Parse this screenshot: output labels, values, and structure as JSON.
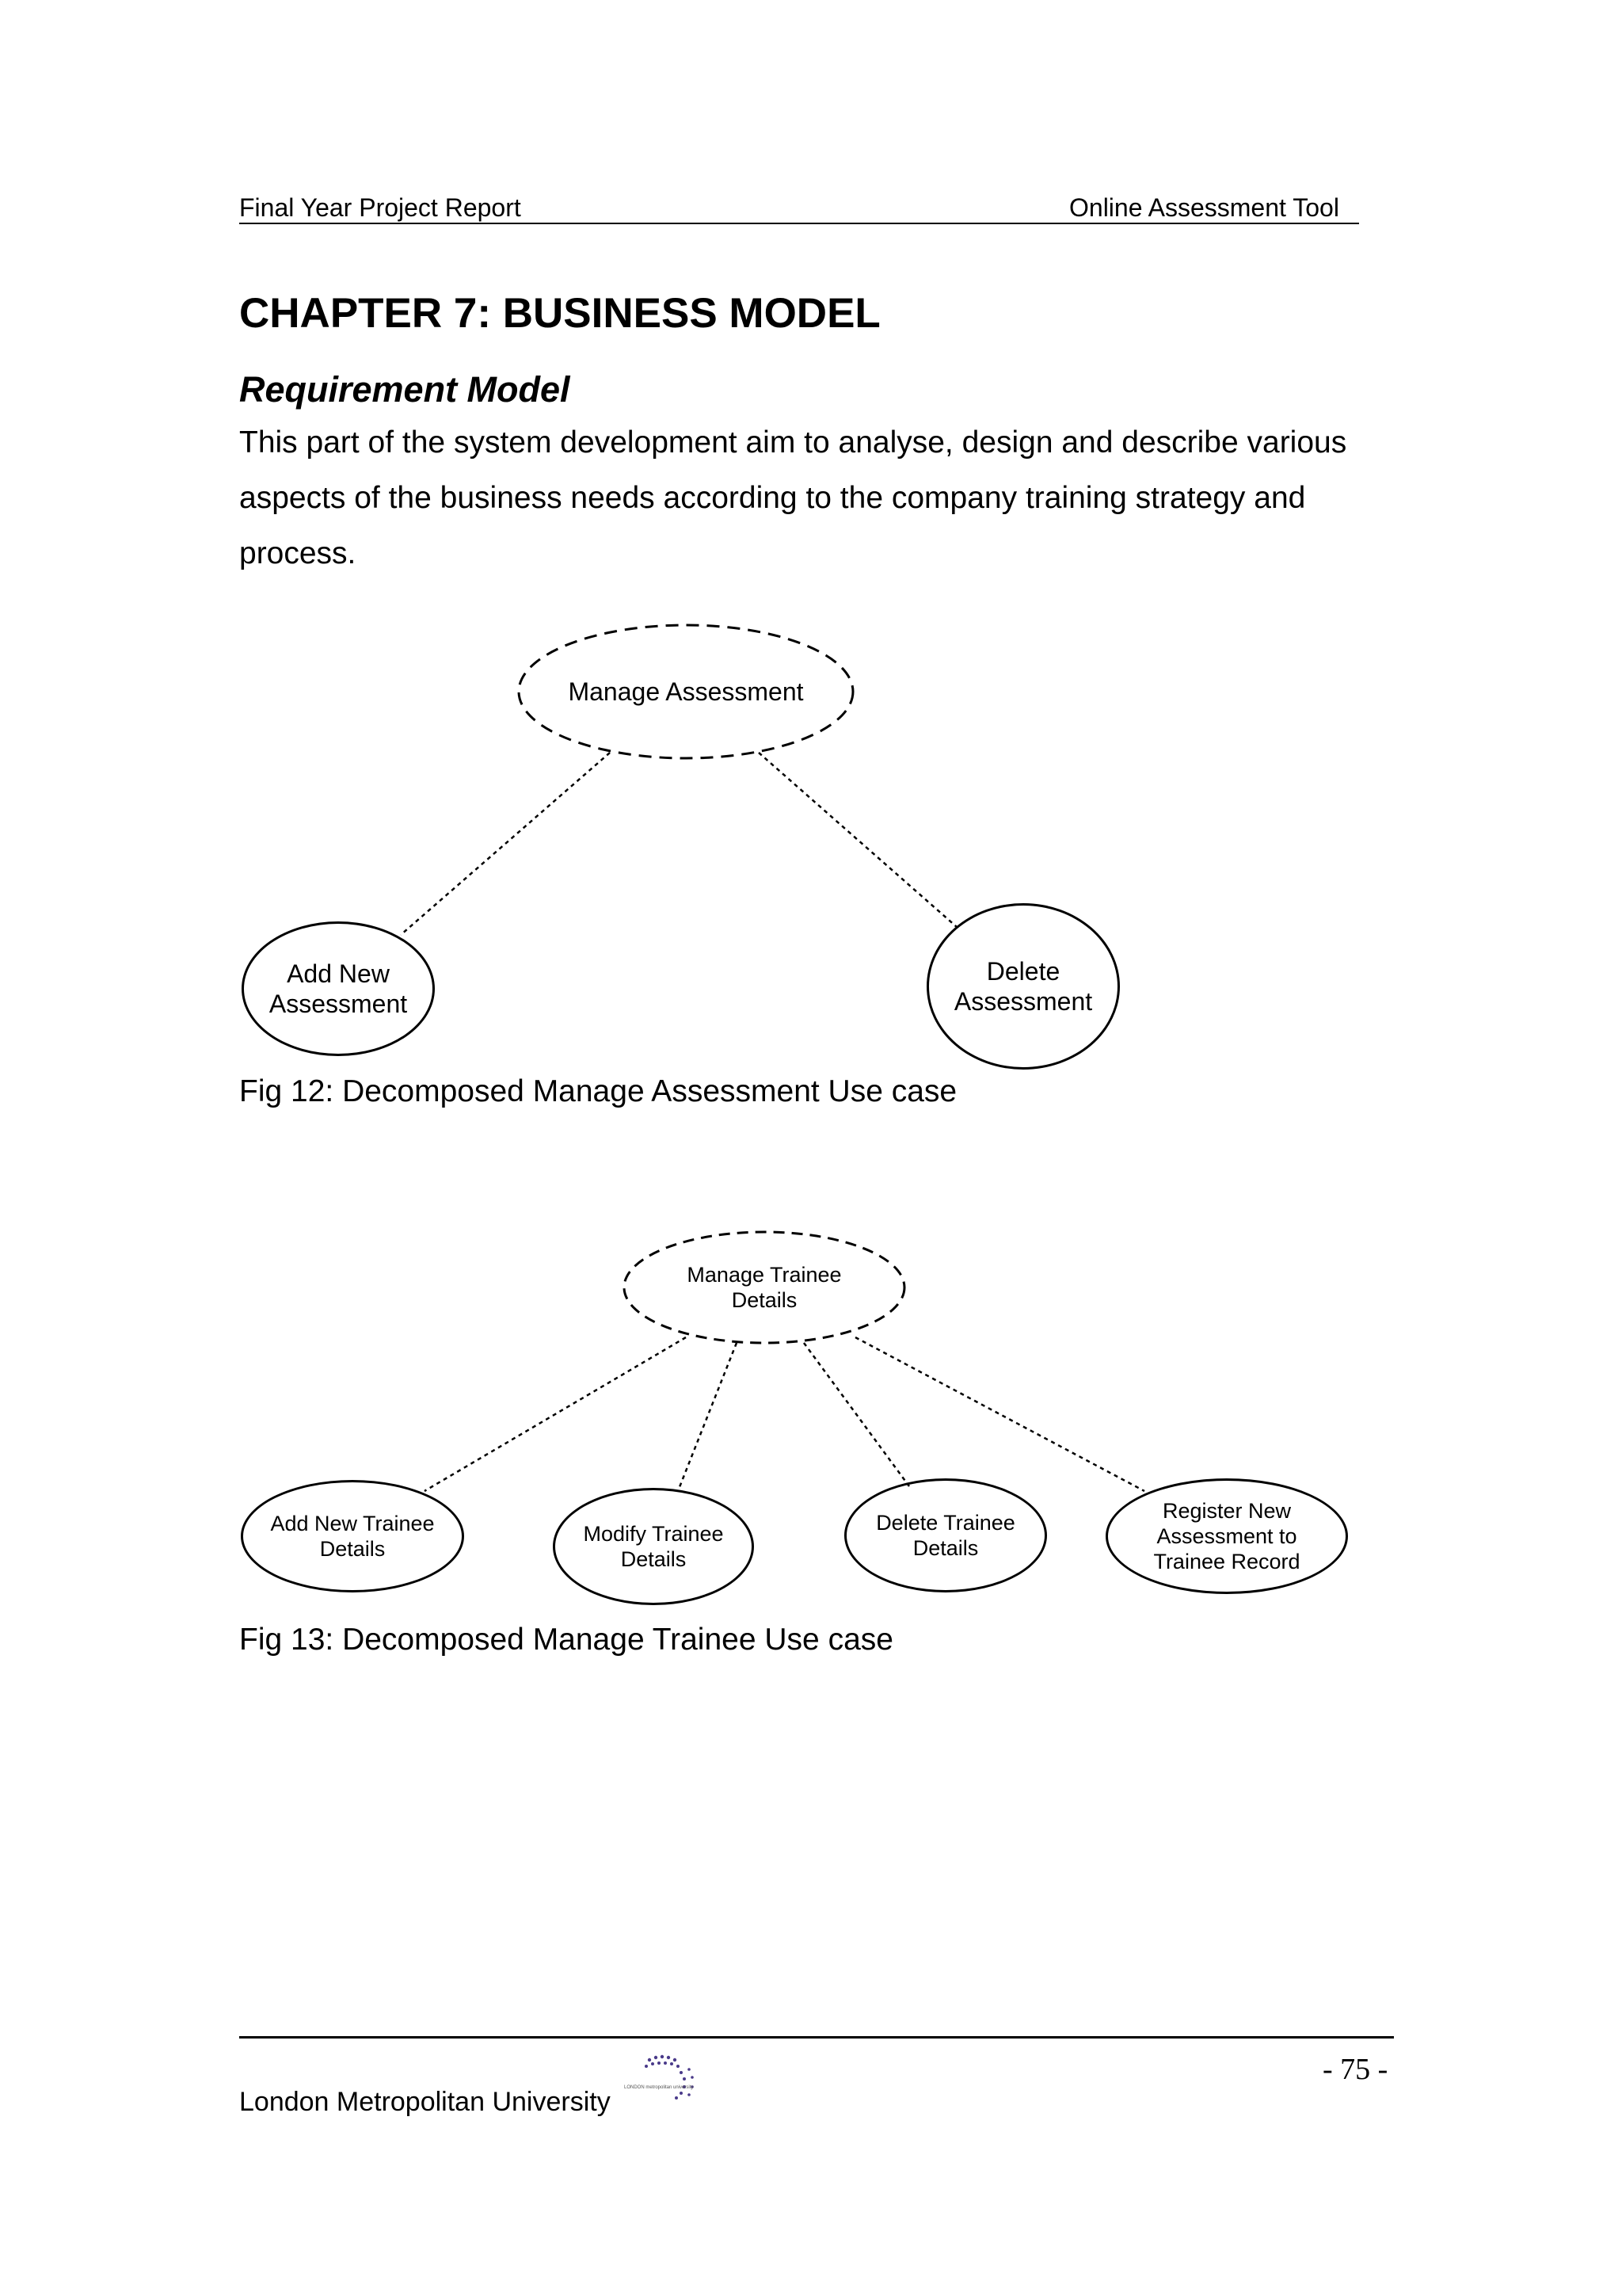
{
  "header": {
    "left": "Final Year Project Report",
    "right": "Online Assessment Tool"
  },
  "chapter_title": "CHAPTER 7: BUSINESS MODEL",
  "section_title": "Requirement Model",
  "intro_lines": [
    "This part of the system development aim to analyse, design and describe various",
    "aspects of  the business needs according to the company training strategy and",
    "process."
  ],
  "figure12": {
    "root": "Manage Assessment",
    "children": [
      "Add New\nAssessment",
      "Delete\nAssessment"
    ],
    "caption": "Fig 12: Decomposed Manage Assessment Use case"
  },
  "figure13": {
    "root": "Manage Trainee\nDetails",
    "children": [
      "Add New Trainee\nDetails",
      "Modify  Trainee\nDetails",
      "Delete Trainee\nDetails",
      "Register New\nAssessment to\nTrainee Record"
    ],
    "caption": "Fig 13: Decomposed Manage Trainee Use case"
  },
  "footer": {
    "left": "London Metropolitan University",
    "logo_text": "LONDON metropolitan university",
    "page_number": "- 75 -"
  }
}
